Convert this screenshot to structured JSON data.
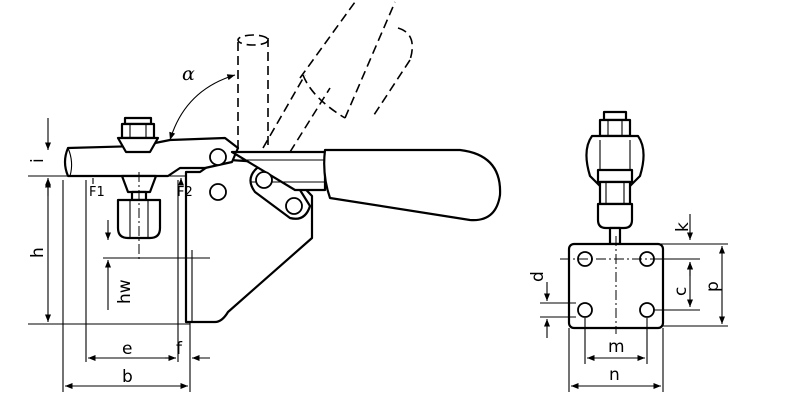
{
  "labels": {
    "i": "i",
    "h": "h",
    "hw": "hw",
    "e": "e",
    "f": "f",
    "b": "b",
    "F1": "F1",
    "F2": "F2",
    "alpha": "α",
    "k": "k",
    "d": "d",
    "c": "c",
    "p": "p",
    "m": "m",
    "n": "n"
  }
}
